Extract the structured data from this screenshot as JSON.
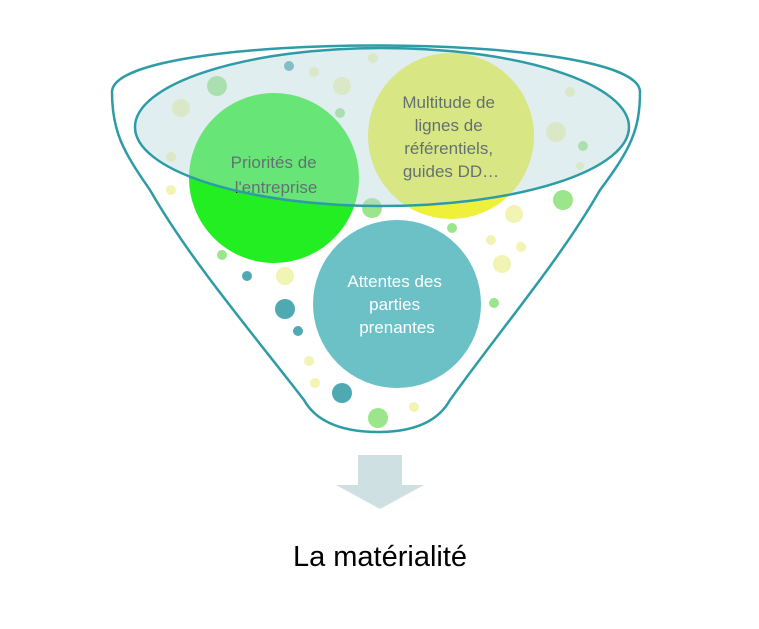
{
  "circles": {
    "priorities": {
      "lines": [
        "Priorités de",
        "l'entreprise"
      ],
      "fill": "#22EE22",
      "text_color": "#1a1a1a"
    },
    "frameworks": {
      "lines": [
        "Multitude de",
        "lignes de",
        "référentiels,",
        "guides DD…"
      ],
      "fill": "#EEF03A",
      "text_color": "#1a1a1a"
    },
    "stakeholders": {
      "lines": [
        "Attentes des",
        "parties",
        "prenantes"
      ],
      "fill": "#6CC1C7",
      "text_color": "#ffffff"
    }
  },
  "caption": "La matérialité",
  "colors": {
    "funnel_outline": "#2D9CA6",
    "funnel_rim_fill": "#D2E3E6",
    "arrow": "#CFE0E3",
    "bubble_green": "#9BE68A",
    "bubble_yellow": "#F2F4B4",
    "bubble_teal": "#4FA9B3"
  }
}
